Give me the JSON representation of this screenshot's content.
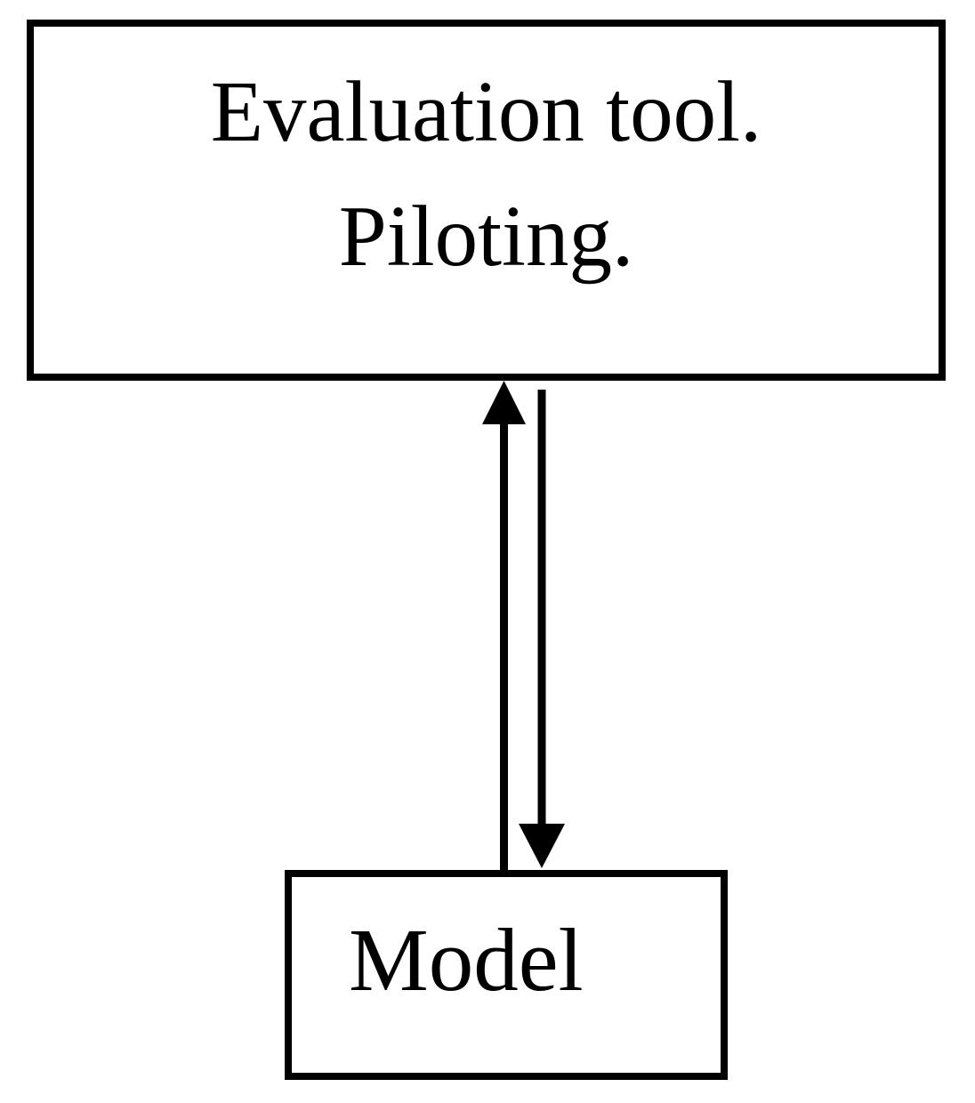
{
  "diagram": {
    "colors": {
      "background": "#ffffff",
      "stroke": "#000000",
      "text": "#000000"
    },
    "nodes": {
      "evaluation_tool": {
        "line1": "Evaluation tool.",
        "line2": "Piloting."
      },
      "model": {
        "label": "Model"
      }
    },
    "edges": [
      {
        "from": "model",
        "to": "evaluation_tool",
        "direction": "up"
      },
      {
        "from": "evaluation_tool",
        "to": "model",
        "direction": "down"
      }
    ]
  }
}
